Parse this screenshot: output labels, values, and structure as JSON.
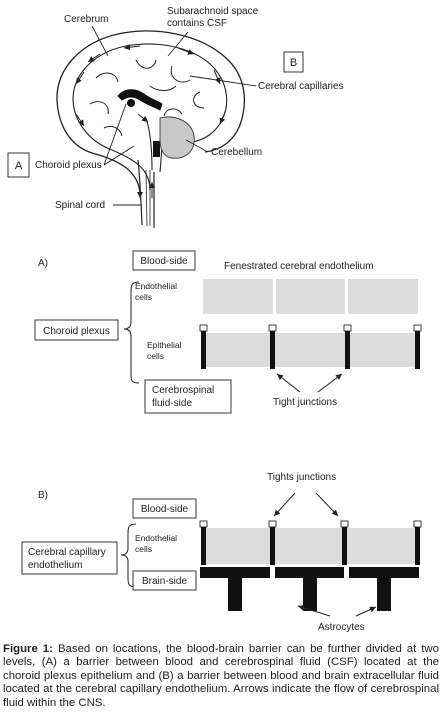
{
  "brain": {
    "label_cerebrum": "Cerebrum",
    "label_subarachnoid_1": "Subarachnoid space",
    "label_subarachnoid_2": "contains CSF",
    "box_a": "A",
    "box_b": "B",
    "label_cerebral_capillaries": "Cerebral capillaries",
    "label_choroid_plexus": "Choroid plexus",
    "label_cerebellum": "Cerebellum",
    "label_spinal_cord": "Spinal cord"
  },
  "panel_a": {
    "letter": "A)",
    "blood_side": "Blood-side",
    "fenestrated": "Fenestrated cerebral endothelium",
    "endothelial_1": "Endothelial",
    "endothelial_2": "cells",
    "choroid_plexus": "Choroid plexus",
    "epithelial_1": "Epithelial",
    "epithelial_2": "cells",
    "csf_side_1": "Cerebrospinal",
    "csf_side_2": "fluid-side",
    "tight_junctions": "Tight junctions"
  },
  "panel_b": {
    "letter": "B)",
    "tights_junctions": "Tights junctions",
    "blood_side": "Blood-side",
    "endothelial_1": "Endothelial",
    "endothelial_2": "cells",
    "capillary_1": "Cerebral capillary",
    "capillary_2": "endothelium",
    "brain_side": "Brain-side",
    "astrocytes": "Astrocytes"
  },
  "caption": {
    "label": "Figure 1:",
    "text": "Based on locations, the blood-brain barrier can be further divided at two levels, (A) a barrier between blood and cerebrospinal fluid (CSF) located at the choroid plexus epithelium and (B) a barrier between blood and brain extracellular fluid located at the cerebral capillary endothelium. Arrows indicate the flow of cerebrospinal fluid within the CNS."
  }
}
